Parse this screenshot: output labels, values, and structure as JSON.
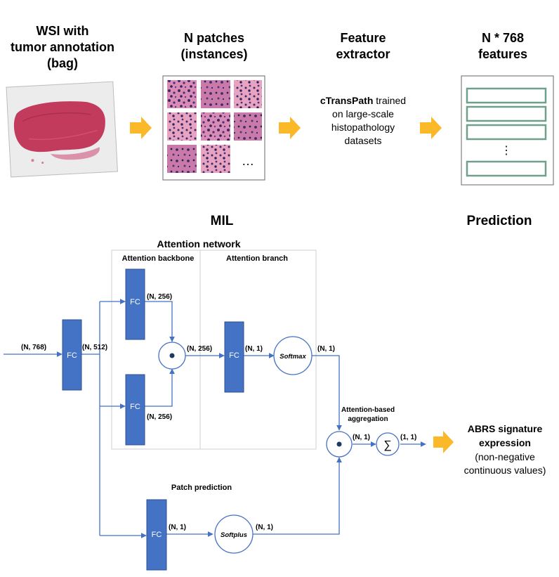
{
  "top_steps": {
    "wsi": [
      "WSI with",
      "tumor annotation",
      "(bag)"
    ],
    "patches": [
      "N patches",
      "(instances)"
    ],
    "extractor": [
      "Feature",
      "extractor"
    ],
    "features": [
      "N * 768",
      "features"
    ]
  },
  "extractor_desc": {
    "bold": "cTransPath",
    "rest_line1": " trained",
    "line2": "on large-scale",
    "line3": "histopathology",
    "line4": "datasets"
  },
  "patch_ellipsis": "…",
  "feature_ellipsis": "⋮",
  "section_titles": {
    "mil": "MIL",
    "prediction": "Prediction"
  },
  "attention": {
    "network_title": "Attention network",
    "backbone_title": "Attention backbone",
    "branch_title": "Attention branch"
  },
  "nodes": {
    "fc": "FC",
    "softmax": "Softmax",
    "softplus": "Softplus",
    "dot": "•",
    "sum": "∑"
  },
  "dims": {
    "input": "(N, 768)",
    "fc1_out": "(N, 512)",
    "bb_top": "(N, 256)",
    "bb_bottom": "(N, 256)",
    "gated": "(N, 256)",
    "branch_fc": "(N, 1)",
    "softmax_out": "(N, 1)",
    "agg_in": "(N, 1)",
    "sum_out": "(1, 1)",
    "patch_fc": "(N, 1)",
    "softplus_out": "(N, 1)"
  },
  "aggregation_label": [
    "Attention-based",
    "aggregation"
  ],
  "patch_prediction_label": "Patch prediction",
  "output": {
    "title_line1": "ABRS signature",
    "title_line2": "expression",
    "sub_line1": "(non-negative",
    "sub_line2": "continuous values)"
  },
  "colors": {
    "fc_fill": "#4472c4",
    "fc_stroke": "#2f528f",
    "line": "#4472c4",
    "arrow_orange": "#fbb829",
    "feature_green": "#6ea08a",
    "tissue": "#c23b5c",
    "box_border": "#c8c8c8"
  }
}
